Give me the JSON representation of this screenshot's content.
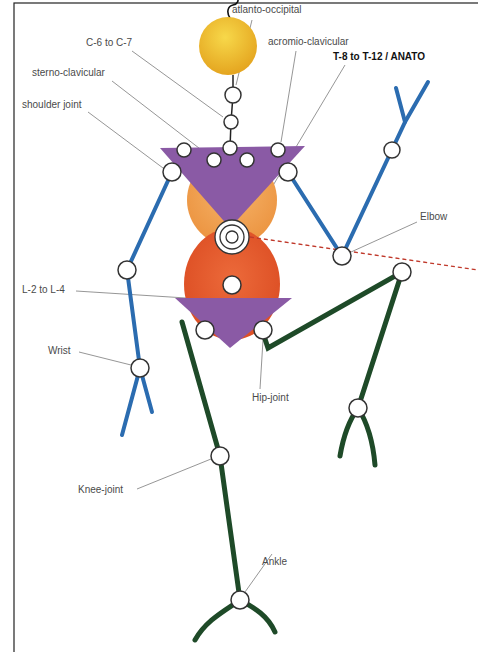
{
  "diagram": {
    "labels": [
      "atlanto-occipital",
      "C-6 to C-7",
      "acromio-clavicular",
      "T-8 to T-12 / ANATO",
      "sterno-clavicular",
      "shoulder joint",
      "Elbow",
      "L-2 to L-4",
      "Wrist",
      "Hip-joint",
      "Knee-joint",
      "Ankle"
    ]
  }
}
